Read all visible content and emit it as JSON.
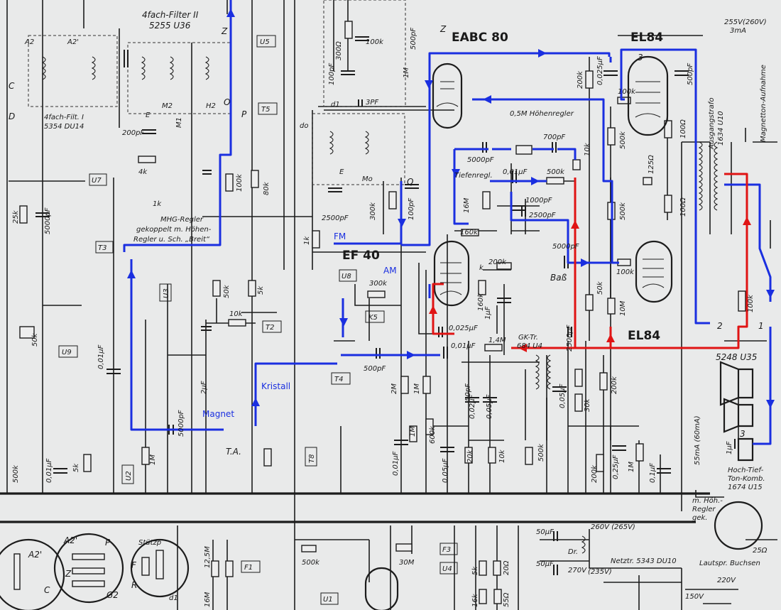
{
  "tubes": {
    "eabc80": "EABC 80",
    "el84_top": "EL84",
    "ef40": "EF 40",
    "el84_bottom": "EL84",
    "u35": "5248 U35"
  },
  "headers": {
    "filter2": "4fach-Filter II",
    "filter2_code": "5255 U36",
    "filter1": "4fach-Filt. I",
    "filter1_code": "5354 DU14",
    "supply": "255V(260V)",
    "supply_current": "3mA",
    "output_trafo": "Ausgangstrafo",
    "output_trafo_code": "1634 U10",
    "tape": "Magnetton-Aufnahme",
    "netztr": "Netztr. 5343 DU10",
    "lautspr": "Lautspr. Buchsen"
  },
  "controls": {
    "hoehenregler": "0,5M Höhenregler",
    "tiefenregler": "Tiefenregl.",
    "mhg_regler_1": "MHG-Regler",
    "mhg_regler_2": "gekoppelt m. Höhen-",
    "mhg_regler_3": "Regler u. Sch. „Breit“",
    "bass": "Baß",
    "gk_tr": "GK-Tr.",
    "gk_code": "684 U4",
    "hoch_tief_1": "Hoch-Tief-",
    "hoch_tief_2": "Ton-Komb.",
    "hoch_tief_3": "1674 U15",
    "current_55": "55mA (60mA)",
    "ta": "T.A.",
    "hv_260": "260V (265V)",
    "hv_270": "270V",
    "hv_235": "(235V)",
    "hv_220": "220V",
    "hv_150": "150V",
    "m_hoh": "m. Höh.-",
    "regler": "Regler",
    "gek": "gek."
  },
  "switches": {
    "u5": "U5",
    "t5": "T5",
    "u7": "U7",
    "t3": "T3",
    "u3": "U3",
    "t2": "T2",
    "u9": "U9",
    "u8": "U8",
    "k5": "K5",
    "t4": "T4",
    "t8": "T8",
    "u2": "U2",
    "f1": "F1",
    "f3": "F3",
    "u4": "U4",
    "u1": "U1"
  },
  "annotations": {
    "fm": "FM",
    "am": "AM",
    "kristall": "Kristall",
    "magnet": "Magnet"
  },
  "components": {
    "r_100k_top": "100k",
    "c_500pf_top": "500pF",
    "r_300": "300Ω",
    "c_100pf": "100pF",
    "c_3pf": "3PF",
    "r_1m": "1M",
    "r_200k": "200k",
    "c_0025": "0,025µF",
    "c_5000pf": "5000pF",
    "c_700pf": "700pF",
    "r_10k_a": "10k",
    "c_001": "0,01µF",
    "r_500k_a": "500k",
    "c_1000pf": "1000pF",
    "r_16m": "16M",
    "c_2500pf": "2500pF",
    "r_160k": "160k",
    "r_500k_b": "500k",
    "r_500k_c": "500k",
    "r_200k_b": "200k",
    "r_100k_b": "100k",
    "r_100k_c": "100k",
    "r_125": "125Ω",
    "r_100_a": "100Ω",
    "r_100_b": "100Ω",
    "r_100k_d": "100k",
    "c_500pf_r": "500pF",
    "r_4k": "4k",
    "c_200pf": "200pF",
    "r_1k": "1k",
    "r_50k": "50k",
    "r_5k": "5k",
    "r_10k_t2": "10k",
    "c_2uf": "2µF",
    "r_25k": "25k",
    "c_5000pf_l": "5000pF",
    "r_50k_l": "50k",
    "c_001_l": "0,01µF",
    "r_500k_l": "500k",
    "r_5k_l": "5k",
    "c_001_l2": "0,01µF",
    "r_1m_l": "1M",
    "r_80k": "80k",
    "r_100k_e": "100k",
    "c_100pf_b": "100pF",
    "c_2500pf_b": "2500pF",
    "r_300k": "300k",
    "r_1k_b": "1k",
    "r_300k_b": "300k",
    "r_200k_c": "200k",
    "r_160k_b": "160k",
    "c_1uf": "1µF",
    "c_0025_b": "0,025µF",
    "c_001_b": "0,01µF",
    "r_14m": "1,4M",
    "c_500pf_b": "500pF",
    "c_5000pf_b": "5000pF",
    "r_50k_b": "50k",
    "r_10m": "10M",
    "r_100k_f": "100k",
    "c_2500pf_c": "2500pF",
    "r_2m": "2M",
    "r_1m_b": "1M",
    "r_1m_c": "1M",
    "c_001_c": "0,01µF",
    "r_600k": "600k",
    "c_005": "0,05µF",
    "c_50pf": "50pF",
    "c_002": "0,02µF",
    "c_005_b": "0,05µF",
    "r_20k": "20k",
    "r_10k_b": "10k",
    "c_005_c": "0,05µF",
    "r_30k": "30k",
    "r_500k_d": "500k",
    "r_200k_d": "200k",
    "r_200k_e": "200k",
    "c_025": "0,25µF",
    "r_1m_d": "1M",
    "c_01": "0,1µF",
    "c_1uf_b": "1µF",
    "c_5000pf_m": "5000pF",
    "c_50uf": "50µF",
    "c_50uf_b": "50µF",
    "r_30m": "30M",
    "r_500k_e": "500k",
    "r_16m_b": "16M",
    "r_125m": "12,5M",
    "r_5k_b": "5k",
    "r_20": "20Ω",
    "r_25": "25Ω",
    "r_16k": "16k",
    "r_55": "55Ω",
    "dr": "Dr."
  },
  "pins": {
    "z": "Z",
    "p": "P",
    "o": "O",
    "q": "Q",
    "mo": "Mo",
    "e": "E",
    "d1": "d1",
    "do": "do",
    "m1": "M1",
    "m2": "M2",
    "h2": "H2",
    "a2": "A2",
    "a2p": "A2'",
    "c": "C",
    "d": "D",
    "k": "k",
    "e2": "E",
    "num1": "1",
    "num2": "2",
    "num3": "3",
    "f": "F",
    "stutzp": "Stützp",
    "g2": "G2",
    "r": "R"
  },
  "colors": {
    "signal_path": "#1a2fe0",
    "feedback_path": "#e01414",
    "ink": "#1c1c1c",
    "paper": "#e9eaea"
  }
}
